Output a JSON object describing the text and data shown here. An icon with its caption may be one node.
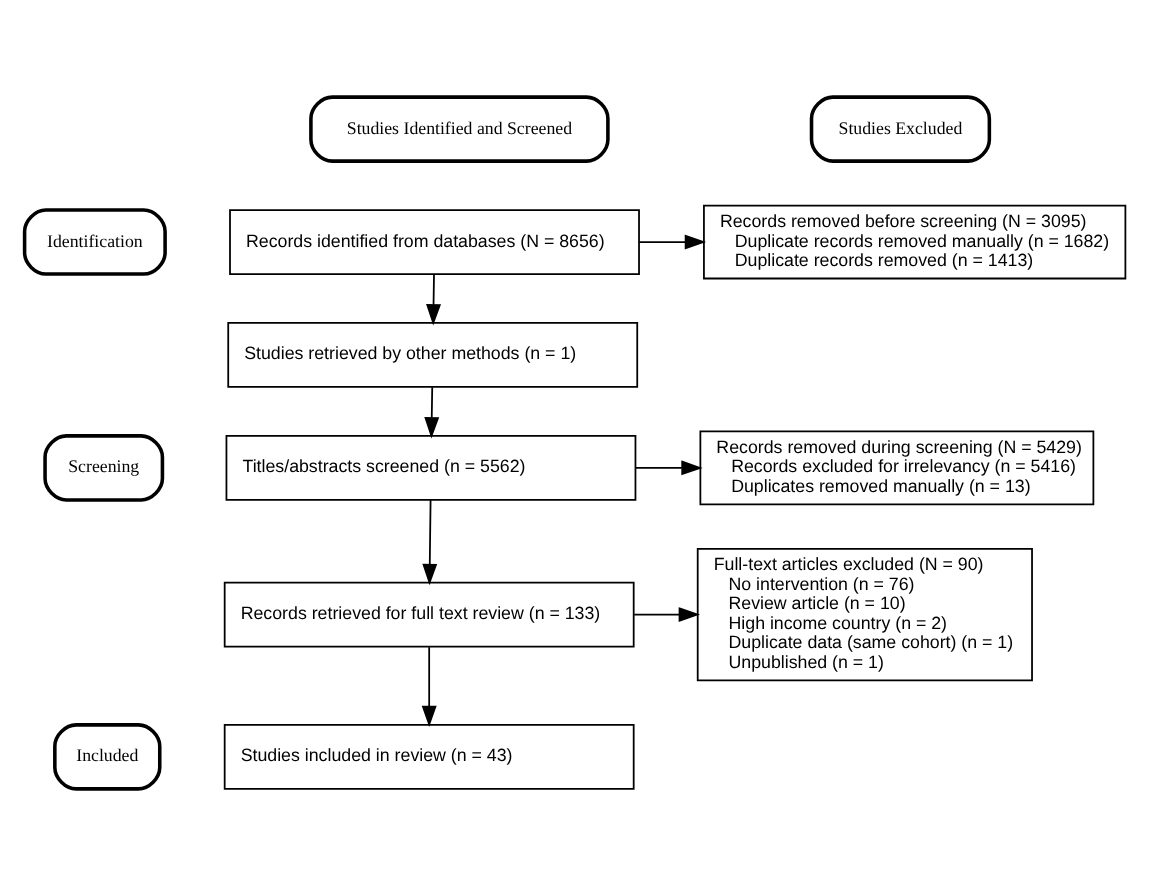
{
  "diagram": {
    "nodes": [
      {
        "text": [
          "Studies Identified and Screened"
        ]
      },
      {
        "text": [
          "Studies Excluded"
        ]
      },
      {
        "text": [
          "Identification"
        ]
      },
      {
        "text": [
          "Screening"
        ]
      },
      {
        "text": [
          "Included"
        ]
      },
      {
        "text": [
          "Records identified from databases (N = 8656)"
        ]
      },
      {
        "text": [
          "Records removed before screening (N = 3095)",
          "Duplicate records removed manually (n = 1682)",
          "Duplicate records removed (n = 1413)"
        ]
      },
      {
        "text": [
          "Studies retrieved by other methods (n = 1)"
        ]
      },
      {
        "text": [
          "Titles/abstracts screened (n = 5562)"
        ]
      },
      {
        "text": [
          "Records removed during screening (N = 5429)",
          "Records excluded for irrelevancy (n = 5416)",
          "Duplicates removed manually (n = 13)"
        ]
      },
      {
        "text": [
          "Records retrieved for full text review (n = 133)"
        ]
      },
      {
        "text": [
          "Full-text articles excluded (N = 90)",
          "No intervention (n = 76)",
          "Review article (n = 10)",
          "High income country (n = 2)",
          "Duplicate data (same cohort) (n = 1)",
          "Unpublished (n = 1)"
        ]
      },
      {
        "text": [
          "Studies included in review (n = 43)"
        ]
      }
    ],
    "edges": [
      {
        "from": 5,
        "to": 6,
        "arrow": "to"
      },
      {
        "from": 5,
        "to": 7,
        "arrow": "to"
      },
      {
        "from": 7,
        "to": 8,
        "arrow": "to"
      },
      {
        "from": 8,
        "to": 9,
        "arrow": "to"
      },
      {
        "from": 8,
        "to": 10,
        "arrow": "to"
      },
      {
        "from": 10,
        "to": 11,
        "arrow": "to"
      },
      {
        "from": 10,
        "to": 12,
        "arrow": "to"
      }
    ]
  }
}
